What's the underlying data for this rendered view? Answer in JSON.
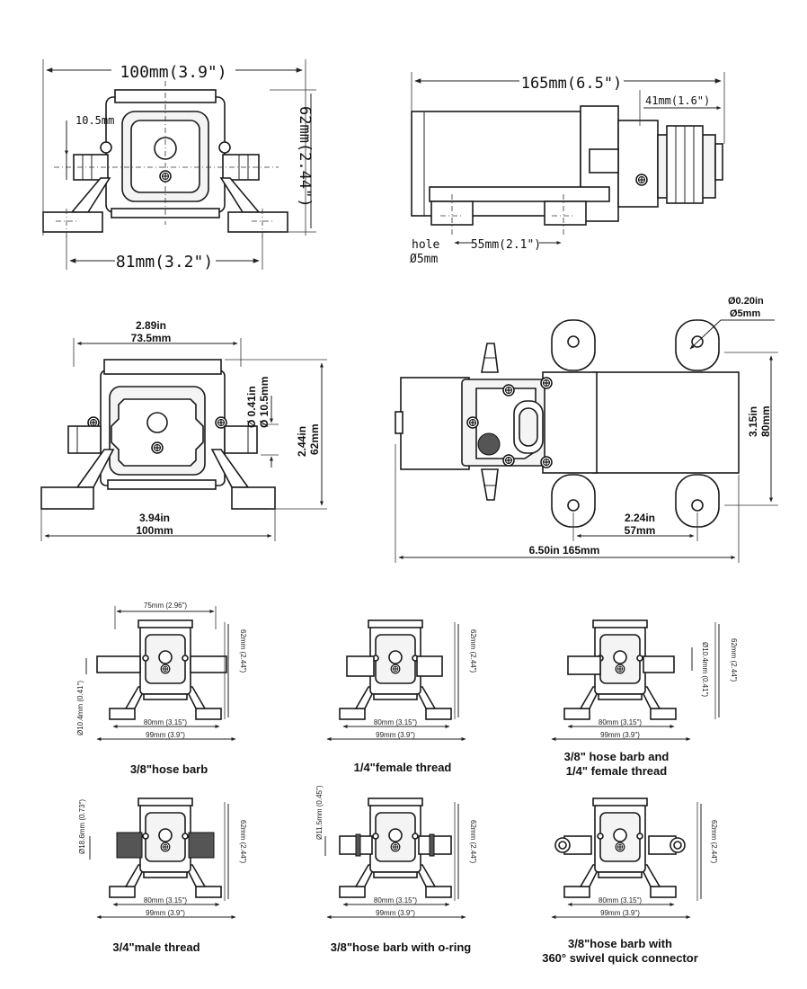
{
  "top_left": {
    "width_label": "100mm(3.9\")",
    "height_label": "62mm(2.44\")",
    "inlet_label": "10.5mm",
    "base_label": "81mm(3.2\")"
  },
  "top_right": {
    "length_label": "165mm(6.5\")",
    "head_label": "41mm(1.6\")",
    "hole_label_1": "hole",
    "hole_label_2": "Ø5mm",
    "spacing_label": "55mm(2.1\")"
  },
  "mid_left": {
    "width_in": "2.89in",
    "width_mm": "73.5mm",
    "port_in": "Ø 0.41in",
    "port_mm": "Ø 10.5mm",
    "height_in": "2.44in",
    "height_mm": "62mm",
    "base_in": "3.94in",
    "base_mm": "100mm"
  },
  "mid_right": {
    "hole_in": "Ø0.20in",
    "hole_mm": "Ø5mm",
    "height_in": "3.15in",
    "height_mm": "80mm",
    "spacing_in": "2.24in",
    "spacing_mm": "57mm",
    "length": "6.50in  165mm"
  },
  "variants": [
    {
      "caption": "3/8\"hose barb",
      "caption2": "",
      "top": "75mm (2.96\")",
      "side": "62mm (2.44\")",
      "port": "Ø10.4mm (0.41\")",
      "inner": "80mm (3.15\")",
      "outer": "99mm (3.9\")"
    },
    {
      "caption": "1/4\"female thread",
      "caption2": "",
      "top": "",
      "side": "62mm (2.44\")",
      "port": "",
      "inner": "80mm (3.15\")",
      "outer": "99mm (3.9\")"
    },
    {
      "caption": "3/8\" hose barb and",
      "caption2": "1/4\" female thread",
      "top": "",
      "side": "62mm (2.44\")",
      "port": "Ø10.4mm (0.41\")",
      "inner": "80mm (3.15\")",
      "outer": "99mm (3.9\")"
    },
    {
      "caption": "3/4\"male thread",
      "caption2": "",
      "top": "",
      "side": "62mm (2.44\")",
      "port": "Ø18.6mm (0.73\")",
      "inner": "80mm (3.15\")",
      "outer": "99mm (3.9\")"
    },
    {
      "caption": "3/8\"hose barb with o-ring",
      "caption2": "",
      "top": "",
      "side": "62mm (2.44\")",
      "port": "Ø11.5mm (0.45\")",
      "inner": "80mm (3.15\")",
      "outer": "99mm (3.9\")"
    },
    {
      "caption": "3/8\"hose barb with",
      "caption2": "360° swivel quick connector",
      "top": "",
      "side": "62mm (2.44\")",
      "port": "",
      "inner": "80mm (3.15\")",
      "outer": "99mm (3.9\")"
    }
  ]
}
